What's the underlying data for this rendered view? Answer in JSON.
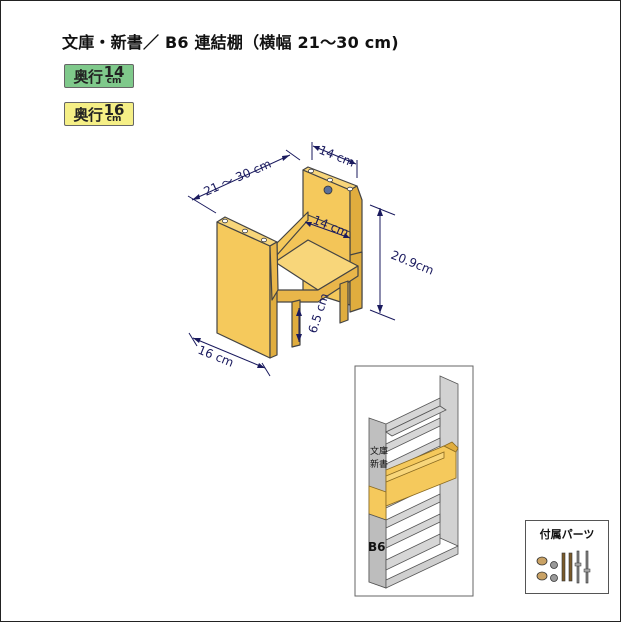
{
  "title": "文庫・新書／ B6 連結棚（横幅 21～30 cm)",
  "badges": [
    {
      "main": "奥行",
      "num": "14",
      "unit": "cm",
      "color": "#7fc98b"
    },
    {
      "main": "奥行",
      "num": "16",
      "unit": "cm",
      "color": "#f5ef86"
    }
  ],
  "dimensions": {
    "width": "21 ～ 30 cm",
    "top_depth": "14 cm",
    "inner_depth": "14 cm",
    "height": "20.9cm",
    "shelf_height": "6.5 cm",
    "depth": "16 cm"
  },
  "preview": {
    "label_bunko": "文庫",
    "label_shinsho": "新書",
    "label_b6": "B6"
  },
  "parts": {
    "title": "付属パーツ"
  },
  "colors": {
    "wood": "#f5c95c",
    "wood_dark": "#e0ad3e",
    "outline": "#444444",
    "dim_line": "#1a1a5e",
    "preview_gray": "#bfbfbf",
    "preview_highlight": "#f5c95c"
  }
}
